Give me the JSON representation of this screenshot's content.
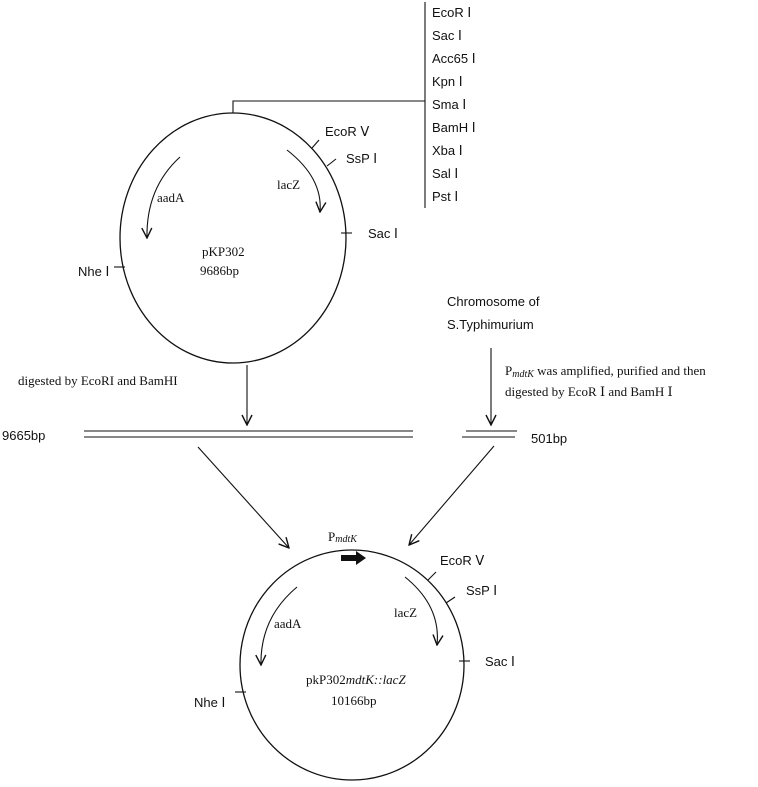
{
  "site_list": [
    "EcoR Ⅰ",
    "Sac Ⅰ",
    "Acc65 Ⅰ",
    "Kpn Ⅰ",
    "Sma Ⅰ",
    "BamH Ⅰ",
    "Xba Ⅰ",
    "Sal Ⅰ",
    "Pst Ⅰ"
  ],
  "top_plasmid": {
    "name": "pKP302",
    "size": "9686bp",
    "gene_left": "aadA",
    "gene_right": "lacZ",
    "site_ecorv": "EcoR Ⅴ",
    "site_sspi": "SsP Ⅰ",
    "site_saci": "Sac Ⅰ",
    "site_nhei": "Nhe Ⅰ"
  },
  "chromosome_line1": "Chromosome of",
  "chromosome_line2": "S.Typhimurium",
  "digest_left": "digested by EcoRI and BamHI",
  "digest_right_prefix": "P",
  "digest_right_sub": "mdtK",
  "digest_right_line1_rest": " was amplified, purified and then",
  "digest_right_line2": "digested by EcoR Ⅰ and BamH Ⅰ",
  "fragment_left_size": "9665bp",
  "fragment_right_size": "501bp",
  "bottom_plasmid": {
    "promoter_prefix": "P",
    "promoter_sub": "mdtK",
    "name_prefix": "pkP302",
    "name_italic": "mdtK::lacZ",
    "size": "10166bp",
    "gene_left": "aadA",
    "gene_right": "lacZ",
    "site_ecorv": "EcoR Ⅴ",
    "site_sspi": "SsP Ⅰ",
    "site_saci": "Sac Ⅰ",
    "site_nhei": "Nhe Ⅰ"
  }
}
